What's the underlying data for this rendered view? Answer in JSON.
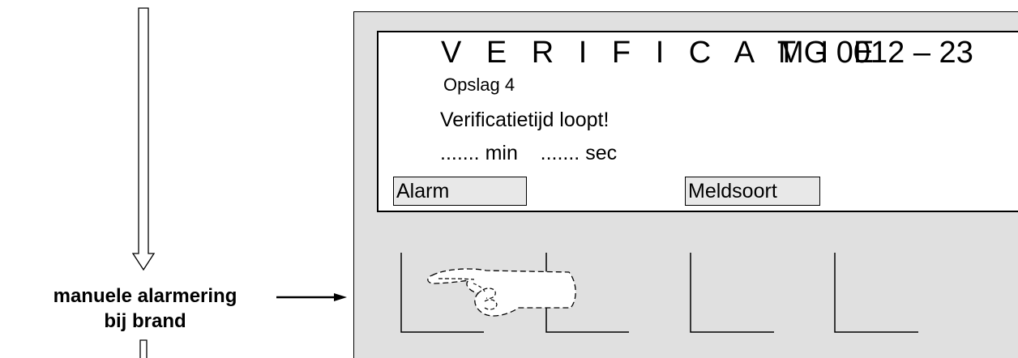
{
  "display": {
    "title": "V E R I F I C A T I E",
    "code": "MG 0012 – 23",
    "line1": "Opslag 4",
    "line2": "Verificatietijd loopt!",
    "line3": "....... min    ....... sec"
  },
  "softkeys": {
    "alarm": "Alarm",
    "meldsoort": "Meldsoort"
  },
  "caption": {
    "line1": "manuele alarmering",
    "line2": "bij brand"
  }
}
